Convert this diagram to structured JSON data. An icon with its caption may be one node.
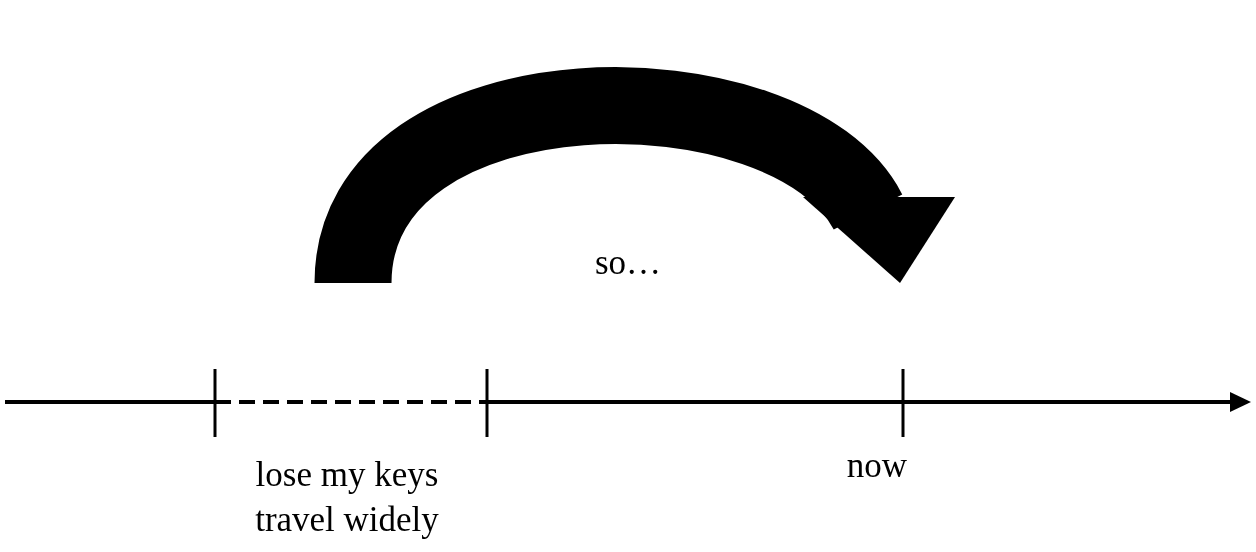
{
  "diagram": {
    "labels": [
      "so…",
      "lose my keys",
      "travel widely",
      "now"
    ]
  }
}
